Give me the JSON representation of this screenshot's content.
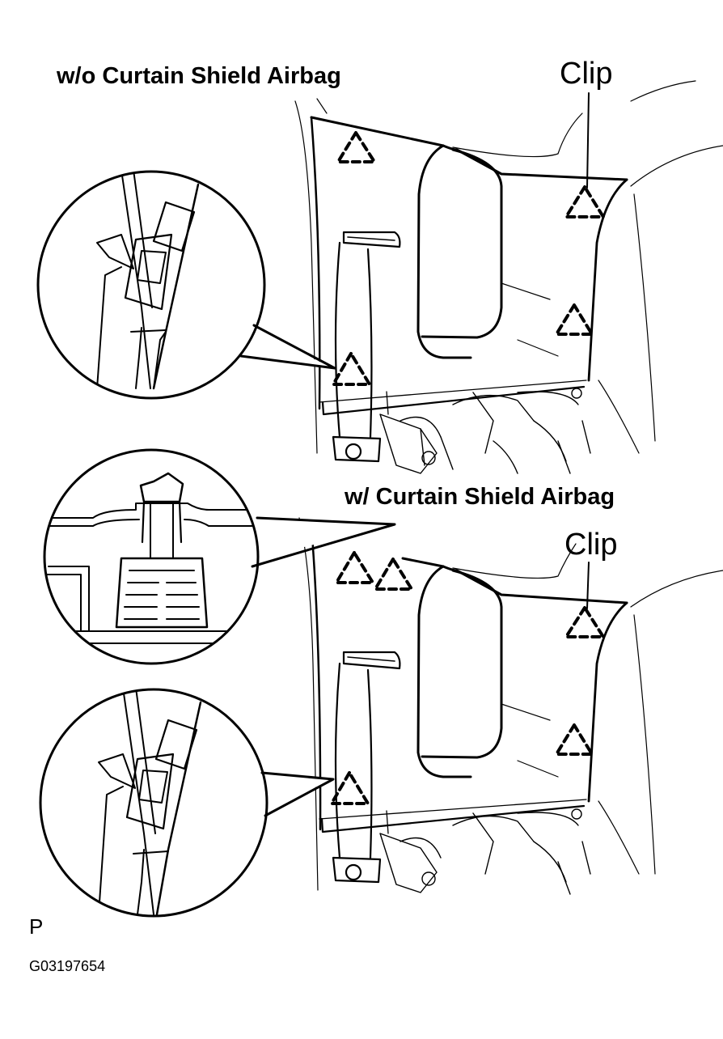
{
  "labels": {
    "top_title": "w/o Curtain Shield Airbag",
    "bottom_title": "w/ Curtain Shield Airbag",
    "clip_top": "Clip",
    "clip_bottom": "Clip",
    "page_marker": "P",
    "figure_code": "G03197654"
  },
  "colors": {
    "line": "#000000",
    "background": "#ffffff"
  }
}
